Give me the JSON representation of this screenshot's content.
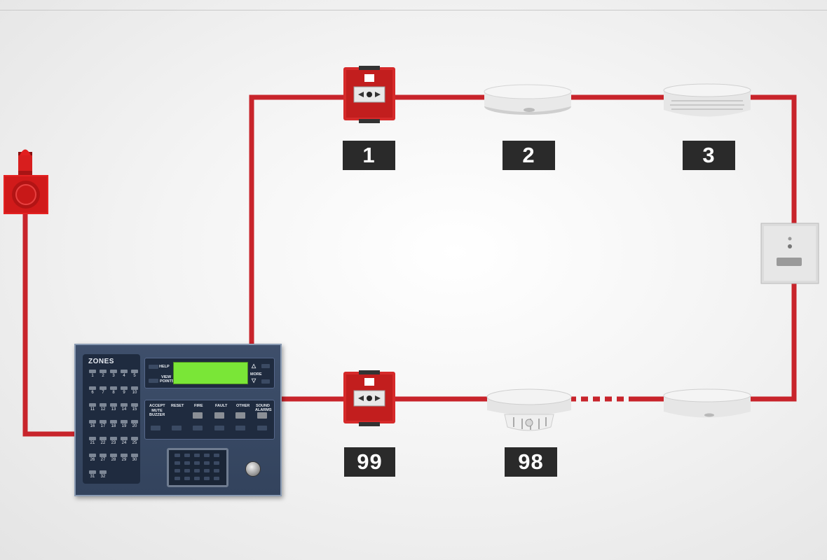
{
  "colors": {
    "wire": "#c8242b",
    "badge_bg": "#2a2a2a",
    "panel": "#3a4a66",
    "lcd": "#7ae637",
    "call_point": "#d62a2a"
  },
  "devices": {
    "sounder_beacon": {
      "icon": "sounder-beacon-icon"
    },
    "call_point_1": {
      "icon": "manual-call-point-icon"
    },
    "detector_2": {
      "icon": "smoke-detector-icon"
    },
    "detector_3": {
      "icon": "smoke-detector-icon"
    },
    "interface_module": {
      "icon": "interface-module-icon"
    },
    "detector_end": {
      "icon": "smoke-detector-icon"
    },
    "detector_98": {
      "icon": "heat-detector-icon"
    },
    "call_point_99": {
      "icon": "manual-call-point-icon"
    }
  },
  "badges": {
    "b1": "1",
    "b2": "2",
    "b3": "3",
    "b98": "98",
    "b99": "99"
  },
  "panel": {
    "zones_title": "ZONES",
    "zones": [
      "1",
      "2",
      "3",
      "4",
      "5",
      "6",
      "7",
      "8",
      "9",
      "10",
      "11",
      "12",
      "13",
      "14",
      "15",
      "16",
      "17",
      "18",
      "19",
      "20",
      "21",
      "22",
      "23",
      "24",
      "25",
      "26",
      "27",
      "28",
      "29",
      "30",
      "31",
      "32"
    ],
    "help": "HELP",
    "view_points": "VIEW POINTS",
    "more": "MORE",
    "accept": "ACCEPT",
    "mute_buzzer": "MUTE BUZZER",
    "reset": "RESET",
    "fire": "FIRE",
    "fault": "FAULT",
    "other": "OTHER",
    "sound_alarms": "SOUND ALARMS"
  }
}
